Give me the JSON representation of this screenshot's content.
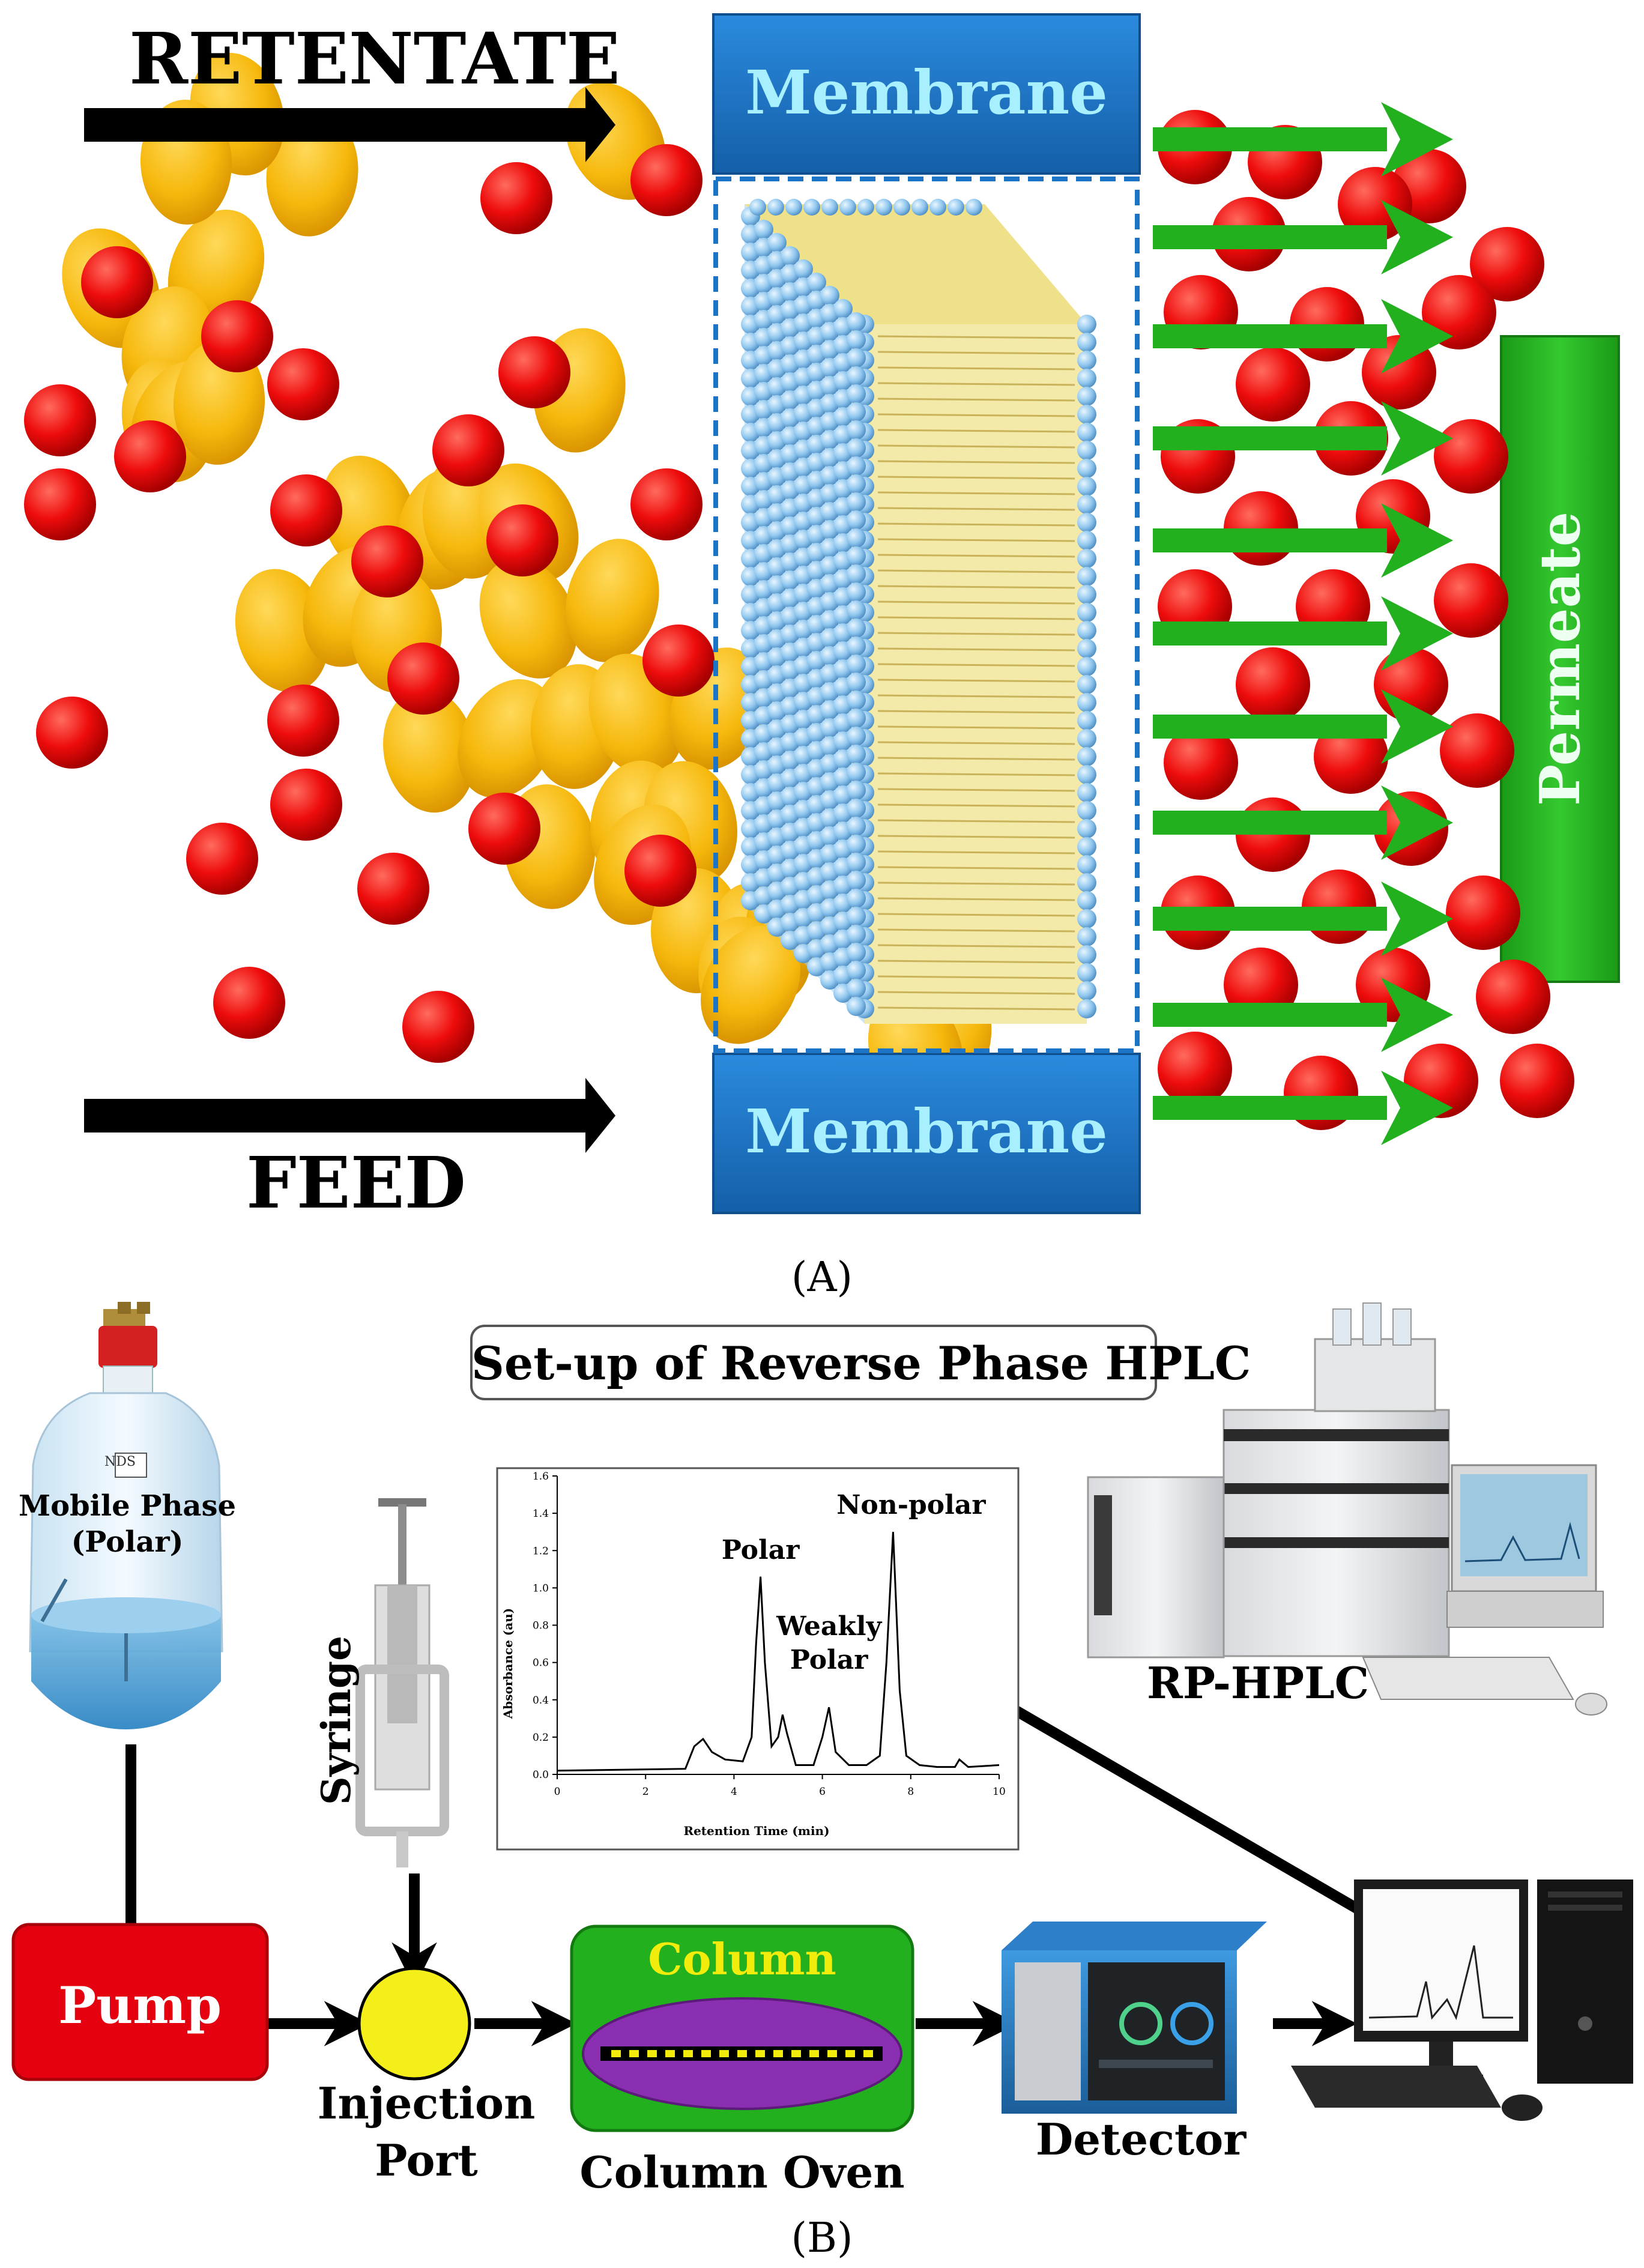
{
  "panel_a": {
    "label": "(A)",
    "retentate": "RETENTATE",
    "feed": "FEED",
    "membrane_top": "Membrane",
    "membrane_bottom": "Membrane",
    "permeate": "Permeate",
    "colors": {
      "membrane_box": "#1b74c6",
      "permeate_bar": "#22b01f",
      "arrow_green": "#22b01f",
      "red_particle": "#ee0c0c",
      "yellow_particle": "#f6b80c"
    }
  },
  "panel_b": {
    "label": "(B)",
    "title": "Set-up of Reverse Phase HPLC",
    "bottle_label_1": "Mobile Phase",
    "bottle_label_2": "(Polar)",
    "bottle_brand": "NDS",
    "syringe": "Syringe",
    "pump": "Pump",
    "injection_1": "Injection",
    "injection_2": "Port",
    "column": "Column",
    "column_oven": "Column Oven",
    "detector": "Detector",
    "rp_hplc": "RP-HPLC",
    "colors": {
      "pump": "#e4000f",
      "column_oven": "#22b01f",
      "column_text": "#f2ec0c",
      "column_tube": "#8b2fb2",
      "injection_port": "#f5ef19"
    }
  },
  "chart_data": {
    "type": "line",
    "xlabel": "Retention Time (min)",
    "ylabel": "Absorbance (au)",
    "xlim": [
      0,
      10
    ],
    "ylim": [
      0,
      1.6
    ],
    "xticks": [
      "0",
      "2",
      "4",
      "6",
      "8",
      "10"
    ],
    "yticks": [
      "0.0",
      "0.2",
      "0.4",
      "0.6",
      "0.8",
      "1.0",
      "1.2",
      "1.4",
      "1.6"
    ],
    "peaks": [
      {
        "label": "Polar",
        "x": 4.6,
        "y": 1.06
      },
      {
        "label": "Weakly Polar",
        "x": 6.15,
        "y": 0.36
      },
      {
        "label": "Non-polar",
        "x": 7.6,
        "y": 1.3
      }
    ],
    "x": [
      0,
      2.9,
      3.1,
      3.3,
      3.5,
      3.8,
      4.2,
      4.4,
      4.5,
      4.6,
      4.7,
      4.85,
      5.0,
      5.1,
      5.2,
      5.4,
      5.8,
      6.0,
      6.15,
      6.3,
      6.6,
      7.0,
      7.3,
      7.45,
      7.6,
      7.75,
      7.9,
      8.2,
      8.6,
      9.0,
      9.1,
      9.3,
      10
    ],
    "y": [
      0.02,
      0.03,
      0.15,
      0.19,
      0.12,
      0.08,
      0.07,
      0.2,
      0.7,
      1.06,
      0.6,
      0.15,
      0.2,
      0.32,
      0.22,
      0.05,
      0.05,
      0.2,
      0.36,
      0.12,
      0.05,
      0.05,
      0.1,
      0.6,
      1.3,
      0.45,
      0.1,
      0.05,
      0.04,
      0.04,
      0.08,
      0.04,
      0.05
    ]
  }
}
